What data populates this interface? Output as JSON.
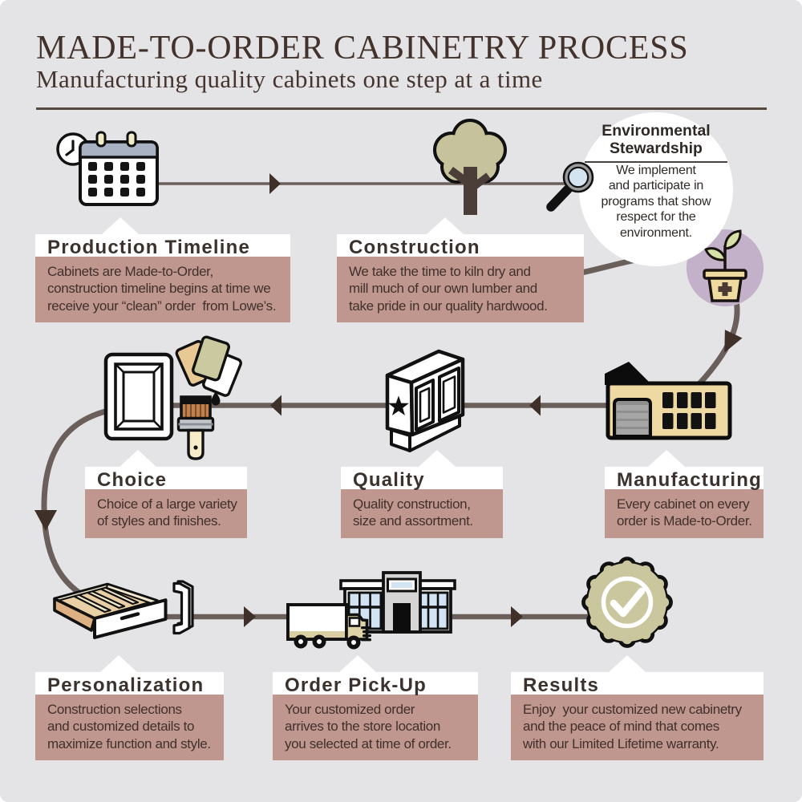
{
  "header": {
    "title": "MADE-TO-ORDER CABINETRY PROCESS",
    "subtitle": "Manufacturing quality cabinets one step at a time"
  },
  "colors": {
    "background": "#e4e3e5",
    "box_body": "#bf978e",
    "line": "#6a5f5b",
    "arrow": "#3f3129",
    "title_text": "#453530",
    "heading_text": "#3b322e",
    "foliage": "#c6c29b",
    "trunk": "#4b3d38",
    "lens": "#d3e3f0",
    "plant_circle": "#c2b1c8",
    "pot": "#eeda9f",
    "leaf": "#d7e0a8",
    "factory_wall": "#eed9a2",
    "badge": "#cac79f",
    "swatch_tan": "#e8c893",
    "swatch_olive": "#cbc9a0",
    "calendar_header": "#a9b2c3",
    "calendar_pin": "#f2edc9",
    "store_window": "#d2e4f4",
    "wood": "#f0ddb1"
  },
  "environment": {
    "title": "Environmental\nStewardship",
    "body": "We implement\nand participate in\nprograms that show\nrespect for the\nenvironment."
  },
  "steps": {
    "production_timeline": {
      "title": "Production Timeline",
      "body": "Cabinets are Made-to-Order,\nconstruction timeline begins at time we\nreceive your “clean” order  from Lowe’s."
    },
    "construction": {
      "title": "Construction",
      "body": "We take the time to kiln dry and\nmill much of our own lumber and\ntake pride in our quality hardwood."
    },
    "choice": {
      "title": "Choice",
      "body": "Choice of a large variety\nof styles and finishes."
    },
    "quality": {
      "title": "Quality",
      "body": "Quality construction,\nsize and assortment."
    },
    "manufacturing": {
      "title": "Manufacturing",
      "body": "Every cabinet on every\norder is Made-to-Order."
    },
    "personalization": {
      "title": "Personalization",
      "body": "Construction selections\nand customized details to\nmaximize function and style."
    },
    "order_pickup": {
      "title": "Order Pick-Up",
      "body": "Your customized order\narrives to the store location\nyou selected at time of order."
    },
    "results": {
      "title": "Results",
      "body": "Enjoy  your customized new cabinetry\nand the peace of mind that comes\nwith our Limited Lifetime warranty."
    }
  }
}
